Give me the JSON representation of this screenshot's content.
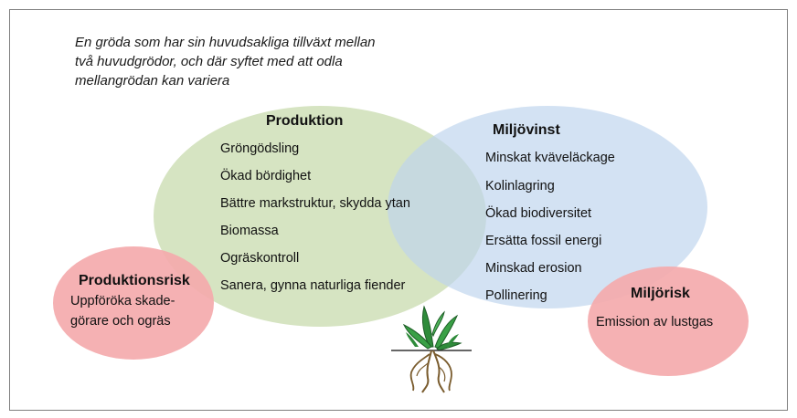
{
  "intro": {
    "lines": [
      "En gröda som har sin huvudsakliga tillväxt mellan",
      "två huvudgrödor, och där syftet med att odla",
      "mellangrödan kan variera"
    ]
  },
  "produktion": {
    "title": "Produktion",
    "items": [
      "Gröngödsling",
      "Ökad bördighet",
      "Bättre markstruktur, skydda ytan",
      "Biomassa",
      "Ogräskontroll",
      "Sanera, gynna naturliga fiender"
    ]
  },
  "miljovinst": {
    "title": "Miljövinst",
    "items": [
      "Minskat kväveläckage",
      "Kolinlagring",
      "Ökad biodiversitet",
      "Ersätta fossil energi",
      "Minskad erosion",
      "Pollinering"
    ]
  },
  "produktionsrisk": {
    "title": "Produktionsrisk",
    "lines": [
      "Uppföröka skade-",
      "görare och ogräs"
    ]
  },
  "miljorisk": {
    "title": "Miljörisk",
    "lines": [
      "Emission av lustgas"
    ]
  },
  "colors": {
    "produktion_fill": "#cddeb4",
    "miljovinst_fill": "#bed4ee",
    "risk_fill": "#f4aaac",
    "plant_green": "#2e8b3a",
    "soil_line": "#333333"
  },
  "icons": {
    "plant": "plant-with-roots-icon"
  }
}
